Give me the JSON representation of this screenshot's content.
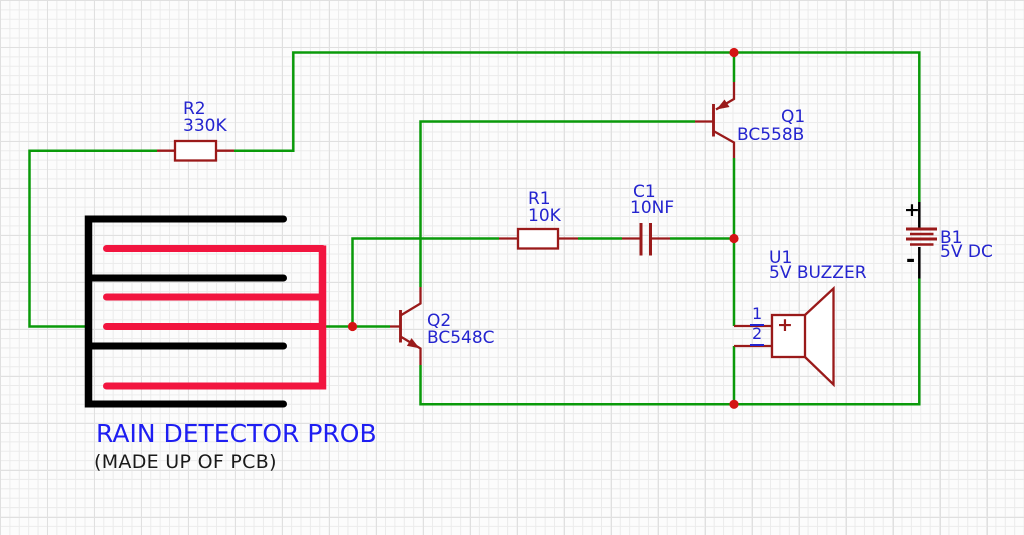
{
  "schematic": {
    "title": "RAIN DETECTOR PROB",
    "subtitle": "(MADE UP OF PCB)"
  },
  "components": {
    "r2": {
      "designator": "R2",
      "value": "330K"
    },
    "r1": {
      "designator": "R1",
      "value": "10K"
    },
    "c1": {
      "designator": "C1",
      "value": "10NF"
    },
    "q1": {
      "designator": "Q1",
      "value": "BC558B"
    },
    "q2": {
      "designator": "Q2",
      "value": "BC548C"
    },
    "u1": {
      "designator": "U1",
      "value": "5V BUZZER",
      "pin1": "1",
      "pin2": "2",
      "polarity_mark": "+"
    },
    "b1": {
      "designator": "B1",
      "value": "5V DC",
      "plus_mark": "+",
      "minus_mark": "-"
    }
  },
  "colors": {
    "wire": "#0a9a0a",
    "symbol": "#9a1a1a",
    "junction": "#d41414",
    "probe_red": "#f2153f",
    "probe_black": "#000000",
    "label_blue": "#2424cf",
    "title_blue": "#1e1ef2",
    "text_black": "#1a1a1a",
    "grid_minor": "#ebebeb",
    "grid_major": "#e0e0e0",
    "canvas": "#fcfcfc"
  }
}
